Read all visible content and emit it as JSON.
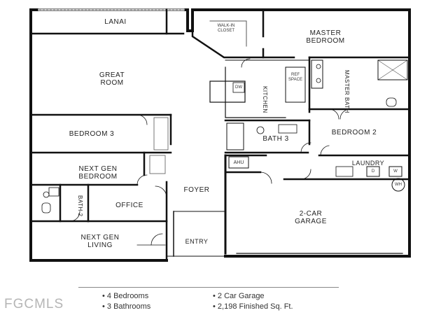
{
  "rooms": {
    "lanai": "LANAI",
    "walkin_closet": "WALK-IN CLOSET",
    "master_bedroom": "MASTER BEDROOM",
    "great_room": "GREAT ROOM",
    "kitchen": "KITCHEN",
    "dw": "DW",
    "ref_space": "REF SPACE",
    "master_bath": "MASTER BATH",
    "bedroom_3": "BEDROOM 3",
    "bath_3": "BATH 3",
    "bedroom_2": "BEDROOM 2",
    "next_gen_bedroom": "NEXT GEN BEDROOM",
    "ahu": "AHU",
    "laundry": "LAUNDRY",
    "dryer": "D",
    "washer": "W",
    "water_heater": "WH",
    "foyer": "FOYER",
    "bath_2": "BATH 2",
    "office": "OFFICE",
    "garage": "2-CAR GARAGE",
    "next_gen_living": "NEXT GEN LIVING",
    "entry": "ENTRY"
  },
  "features": {
    "bedrooms": "• 4 Bedrooms",
    "bathrooms": "• 3 Bathrooms",
    "garage": "• 2 Car Garage",
    "sqft": "• 2,198 Finished Sq. Ft."
  },
  "watermark": "FGCMLS"
}
